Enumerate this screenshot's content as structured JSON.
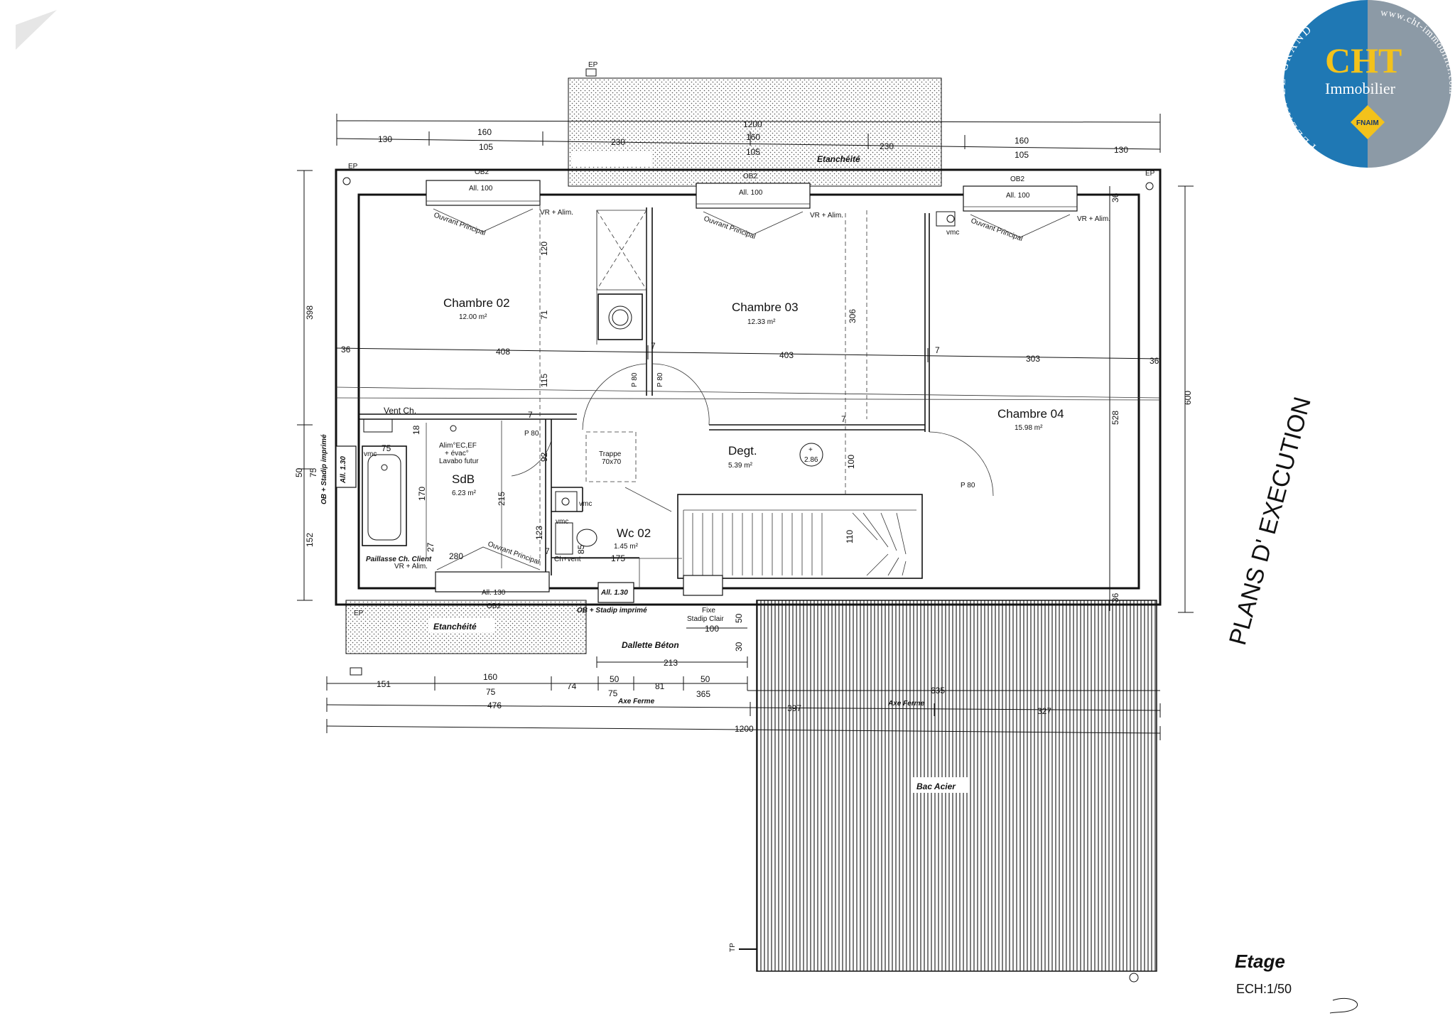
{
  "title": {
    "stamp": "PLANS D' EXECUTION",
    "level": "Etage",
    "scale": "ECH:1/50"
  },
  "logo": {
    "brand": "CHT",
    "subtitle": "Immobilier",
    "arc_text": "PLELAN LE GRAND",
    "url": "www.cht-immobilier.com",
    "badge": "FNAIM",
    "colors": {
      "blue": "#1f78b4",
      "grey": "#8c9aa6",
      "gold": "#f3c21b"
    }
  },
  "rooms": {
    "chambre02": {
      "name": "Chambre 02",
      "area": "12.00 m²"
    },
    "chambre03": {
      "name": "Chambre 03",
      "area": "12.33 m²"
    },
    "chambre04": {
      "name": "Chambre 04",
      "area": "15.98 m²"
    },
    "sdb": {
      "name": "SdB",
      "area": "6.23 m²"
    },
    "degt": {
      "name": "Degt.",
      "area": "5.39 m²"
    },
    "wc02": {
      "name": "Wc 02",
      "area": "1.45 m²"
    }
  },
  "zones": {
    "etancheite_top": "Etanchéité",
    "etancheite_bottom": "Etanchéité",
    "dallette": "Dallette Béton",
    "bac_acier": "Bac Acier"
  },
  "labels": {
    "ep": "EP",
    "tp": "TP",
    "ob2": "OB2",
    "all100": "All. 100",
    "all130": "All. 130",
    "all130_rot": "All. 1.30",
    "ouvrant": "Ouvrant Principal",
    "vr_alim": "VR + Alim.",
    "vr_alim_sdb": "VR + Alim.",
    "vmc": "vmc",
    "vent_ch": "Vent Ch.",
    "p80": "P 80",
    "trappe": "Trappe",
    "trappe_size": "70x70",
    "ceiling_h": "2.86",
    "alim_1": "Alim°EC,EF",
    "alim_2": "+ évac°",
    "alim_3": "Lavabo futur",
    "paillasse": "Paillasse Ch. Client",
    "ch_vent": "Ch+vent",
    "ob_stadip": "OB + Stadip imprimé",
    "ob_stadip_rot": "OB + Stadip imprimé",
    "fixe": "Fixe",
    "stadip_clair": "Stadip Clair",
    "axe_ferme_1": "Axe Ferme",
    "axe_ferme_2": "Axe Ferme",
    "cross": "+"
  },
  "dims": {
    "top_total": "1200",
    "top_130a": "130",
    "top_160a": "160",
    "top_105a": "105",
    "top_230a": "230",
    "top_160b": "160",
    "top_105b": "105",
    "top_230b": "230",
    "top_160c": "160",
    "top_105c": "105",
    "top_130b": "130",
    "left_398": "398",
    "left_50": "50",
    "left_75": "75",
    "left_152": "152",
    "right_600": "600",
    "right_528": "528",
    "right_36a": "36",
    "right_36b": "36",
    "right_36c": "36",
    "mid_36": "36",
    "mid_408": "408",
    "mid_403": "403",
    "mid_303": "303",
    "v_120": "120",
    "v_71": "71",
    "v_115": "115",
    "v_92": "92",
    "v_215": "215",
    "v_170": "170",
    "v_123": "123",
    "v_306": "306",
    "v_100": "100",
    "v_110": "110",
    "v_85": "85",
    "v_27": "27",
    "v_50": "50",
    "v_30": "30",
    "d_7a": "7",
    "d_7b": "7",
    "d_7c": "7",
    "d_7d": "7",
    "d_7e": "7",
    "d_75": "75",
    "d_18": "18",
    "d_280": "280",
    "d_175": "175",
    "d_100": "100",
    "d_213": "213",
    "b_151": "151",
    "b_160": "160",
    "b_75a": "75",
    "b_74": "74",
    "b_50a": "50",
    "b_75b": "75",
    "b_81": "81",
    "b_50b": "50",
    "b_365": "365",
    "b_635": "635",
    "b_476": "476",
    "b_397": "397",
    "b_327": "327",
    "b_1200": "1200"
  }
}
